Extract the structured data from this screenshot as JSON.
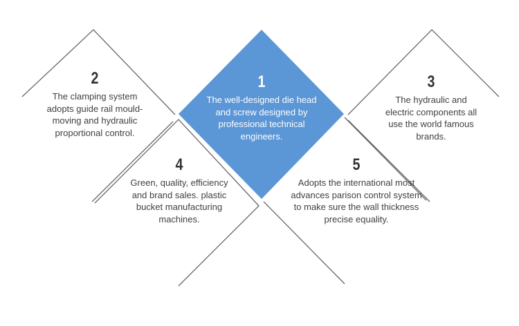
{
  "colors": {
    "center_fill": "#5b96d6",
    "outline": "#666666",
    "text": "#404040",
    "number": "#333333",
    "center_text": "#ffffff"
  },
  "blocks": [
    {
      "number": "1",
      "text": "The well-designed die head and screw designed by professional technical engineers."
    },
    {
      "number": "2",
      "text": "The clamping system adopts guide rail mould-moving and hydraulic proportional control."
    },
    {
      "number": "3",
      "text": "The hydraulic and electric components all use the world famous brands."
    },
    {
      "number": "4",
      "text": "Green, quality, efficiency and brand sales. plastic bucket manufacturing machines."
    },
    {
      "number": "5",
      "text": "Adopts the international most advances parison control system to make sure the wall thickness precise equality."
    }
  ]
}
